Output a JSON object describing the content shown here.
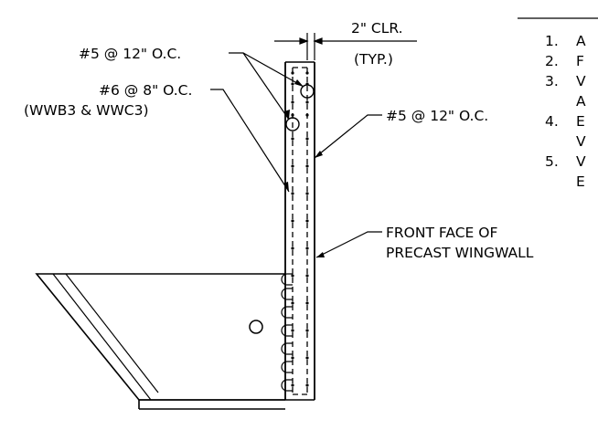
{
  "callouts": {
    "clear_cover_line1": "2\" CLR.",
    "clear_cover_line2": "(TYP.)",
    "bar_5_left": "#5 @ 12\" O.C.",
    "bar_6_line1": "#6 @ 8\" O.C.",
    "bar_6_line2": "(WWB3 & WWC3)",
    "bar_5_right": "#5 @ 12\" O.C.",
    "front_face_line1": "FRONT FACE OF",
    "front_face_line2": "PRECAST WINGWALL"
  },
  "notes": {
    "n1": {
      "num": "1.",
      "text": "A"
    },
    "n2": {
      "num": "2.",
      "text": "F"
    },
    "n3": {
      "num": "3.",
      "text": "V",
      "cont": "A"
    },
    "n4": {
      "num": "4.",
      "text": "E",
      "cont": "V"
    },
    "n5": {
      "num": "5.",
      "text": "V",
      "cont": "E"
    }
  }
}
